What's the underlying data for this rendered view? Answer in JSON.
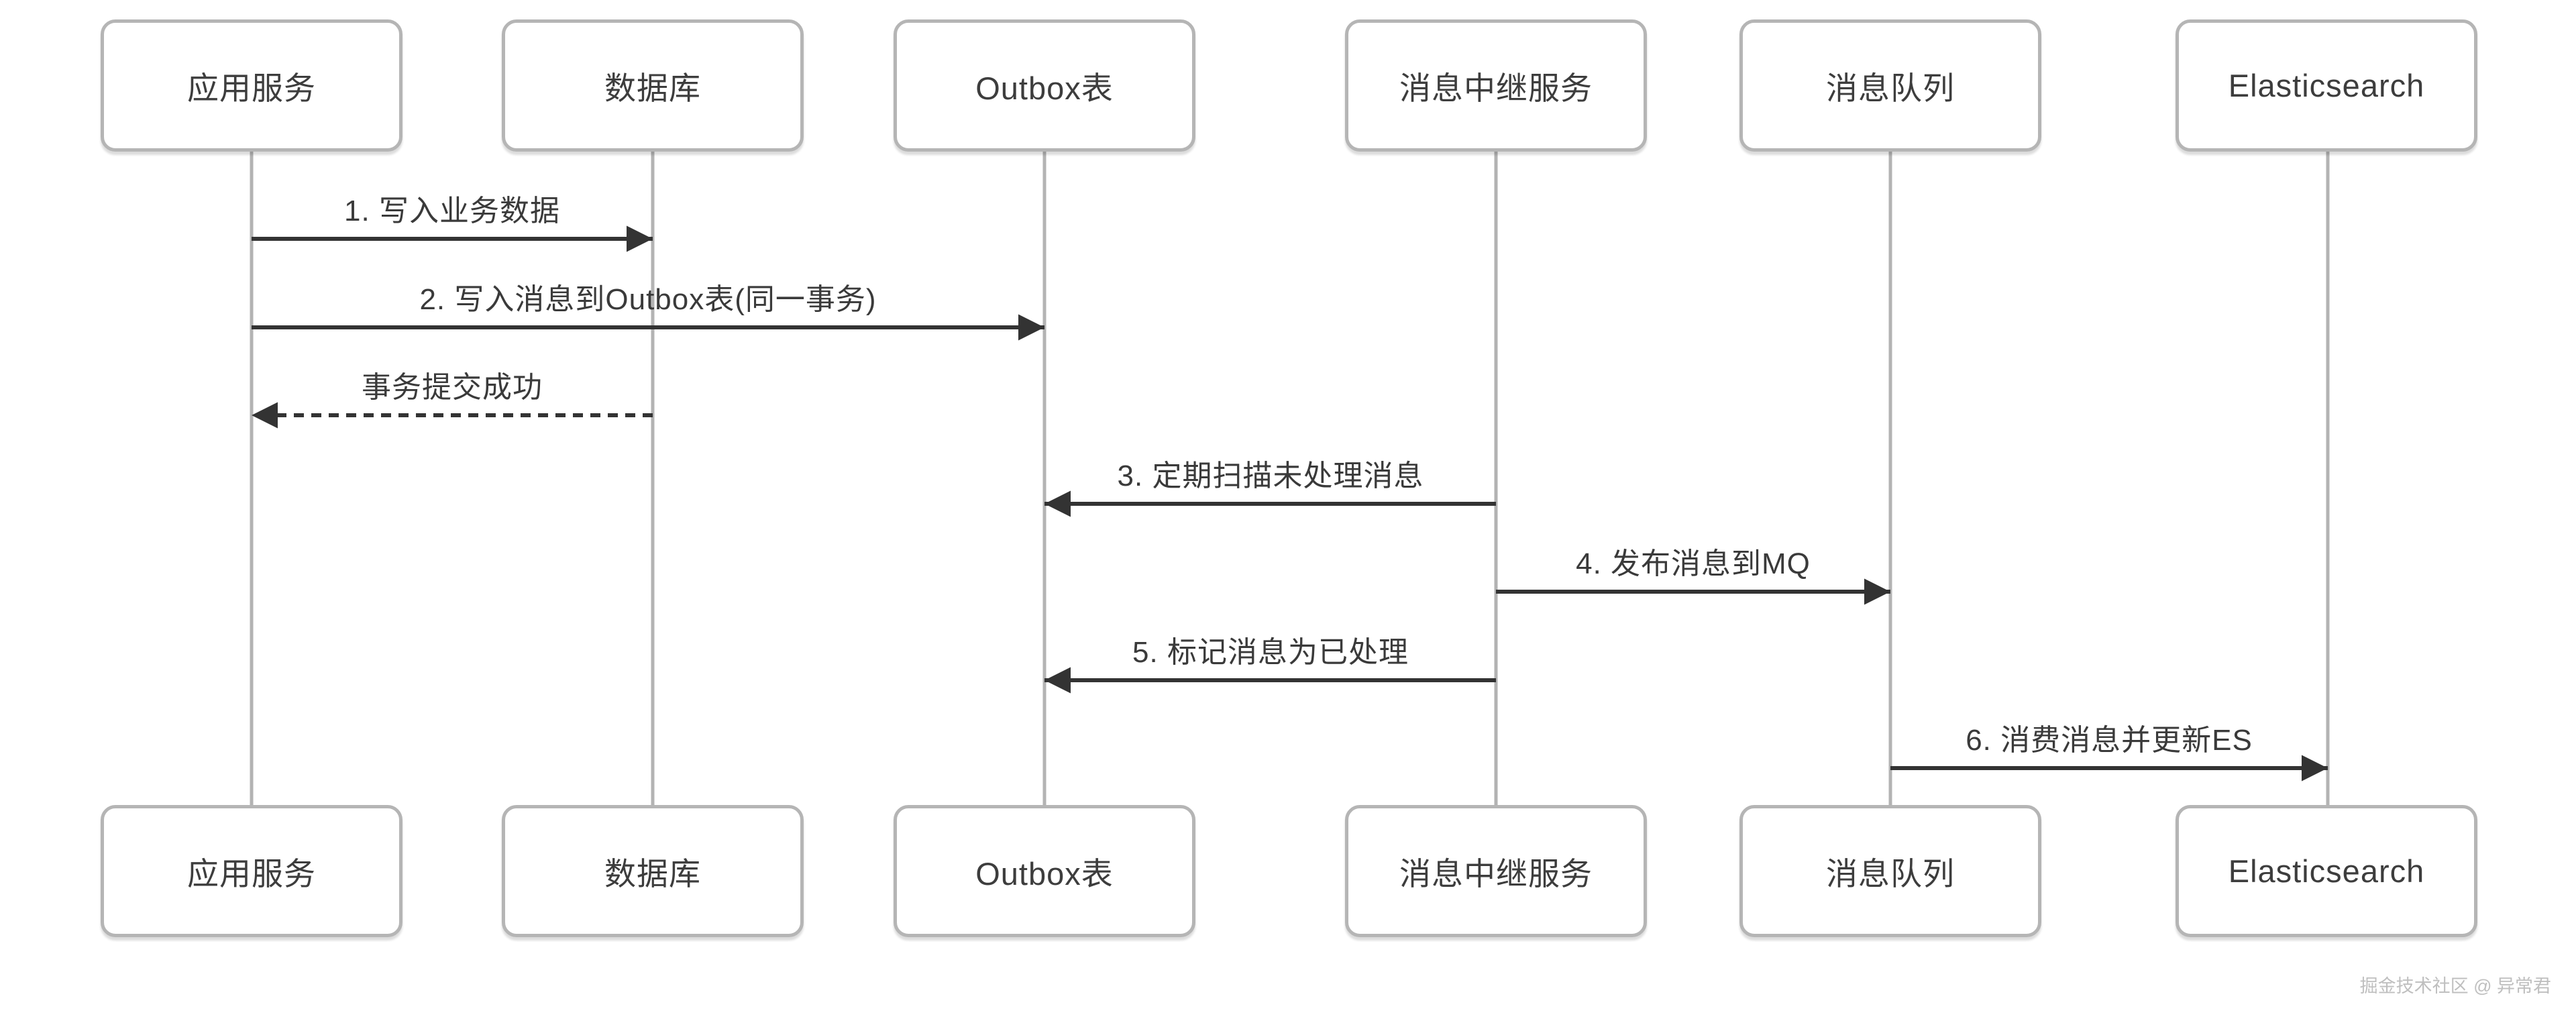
{
  "diagram": {
    "type": "sequence-diagram",
    "background": "#ffffff",
    "colors": {
      "box_border": "#b5b5b5",
      "box_fill": "#ffffff",
      "box_text": "#3d3d3d",
      "lifeline": "#b3b3b3",
      "arrow": "#333333",
      "message_text": "#3a3a3a",
      "watermark_text": "#bfbfbf"
    },
    "participants": [
      {
        "id": "app",
        "label": "应用服务"
      },
      {
        "id": "db",
        "label": "数据库"
      },
      {
        "id": "outbox",
        "label": "Outbox表"
      },
      {
        "id": "relay",
        "label": "消息中继服务"
      },
      {
        "id": "mq",
        "label": "消息队列"
      },
      {
        "id": "es",
        "label": "Elasticsearch"
      }
    ],
    "messages": [
      {
        "label": "1. 写入业务数据",
        "from": "app",
        "to": "db",
        "style": "solid"
      },
      {
        "label": "2. 写入消息到Outbox表(同一事务)",
        "from": "app",
        "to": "outbox",
        "style": "solid"
      },
      {
        "label": "事务提交成功",
        "from": "db",
        "to": "app",
        "style": "dashed"
      },
      {
        "label": "3. 定期扫描未处理消息",
        "from": "relay",
        "to": "outbox",
        "style": "solid"
      },
      {
        "label": "4. 发布消息到MQ",
        "from": "relay",
        "to": "mq",
        "style": "solid"
      },
      {
        "label": "5. 标记消息为已处理",
        "from": "relay",
        "to": "outbox",
        "style": "solid"
      },
      {
        "label": "6. 消费消息并更新ES",
        "from": "mq",
        "to": "es",
        "style": "solid"
      }
    ],
    "watermark": "掘金技术社区 @ 异常君"
  }
}
